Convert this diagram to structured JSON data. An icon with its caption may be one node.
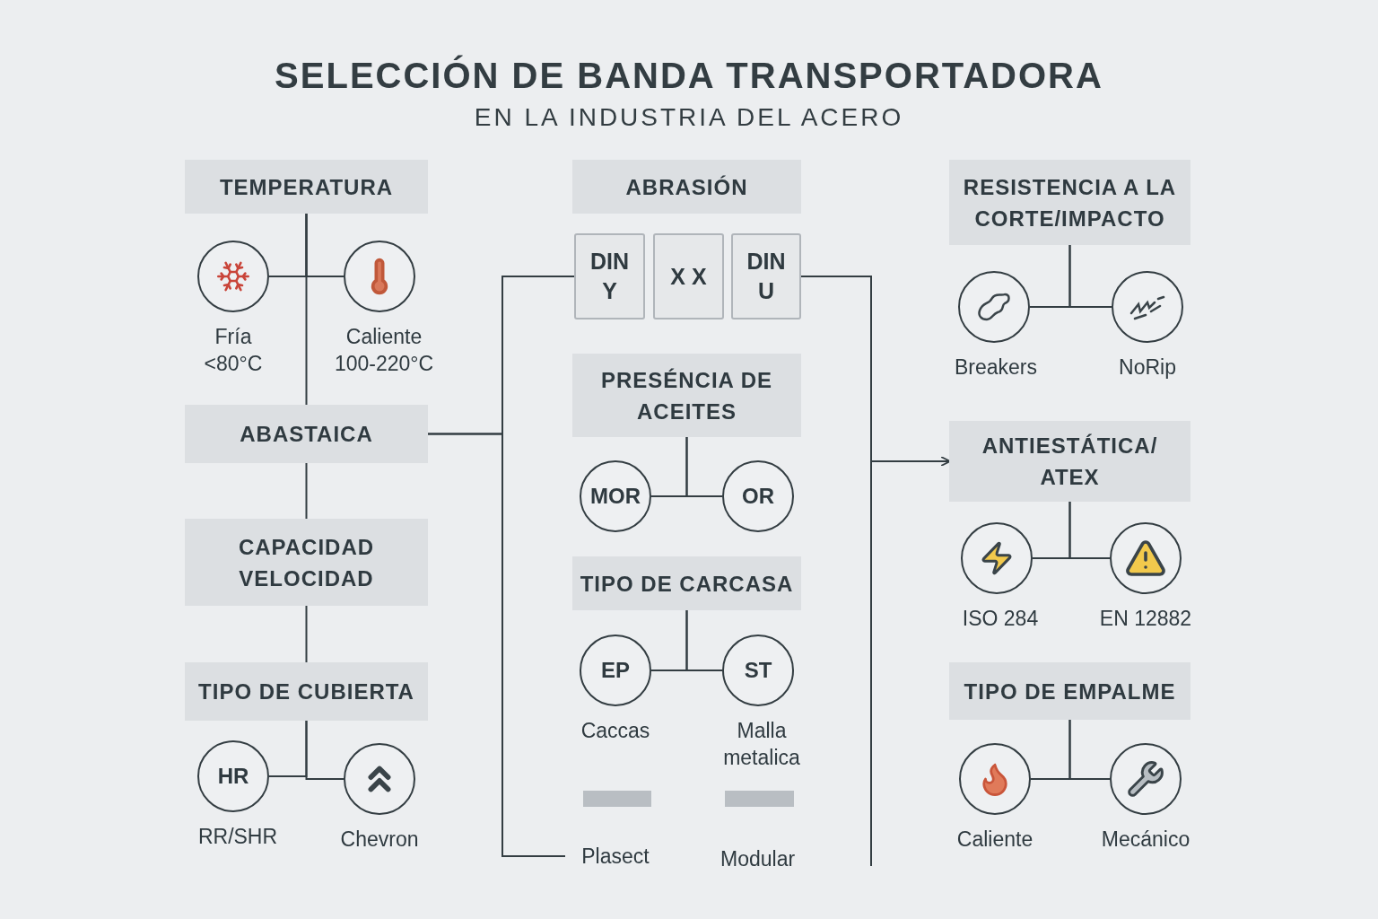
{
  "diagram": {
    "title": "SELECCIÓN DE BANDA TRANSPORTADORA",
    "caption": "EN LA INDUSTRIA DEL ACERO",
    "nodes": [
      {
        "text": [
          "TEMPERATURA"
        ]
      },
      {
        "text": [],
        "shape": "circle",
        "beside": [
          "Fría <80°C"
        ]
      },
      {
        "text": [],
        "shape": "circle",
        "beside": [
          "Caliente 100-220°C"
        ]
      },
      {
        "text": [
          "ABASTAICA"
        ]
      },
      {
        "text": [
          "CAPACIDAD VELOCIDAD"
        ]
      },
      {
        "text": [
          "TIPO DE CUBIERTA"
        ]
      },
      {
        "text": [
          "HR"
        ],
        "beside": [
          "RR/SHR"
        ]
      },
      {
        "text": [],
        "shape": "circle",
        "beside": [
          "Chevron"
        ]
      },
      {
        "text": [
          "ABRASIÓN"
        ]
      },
      {
        "text": [
          "DIN Y"
        ]
      },
      {
        "text": [
          "X X"
        ]
      },
      {
        "text": [
          "DIN U"
        ]
      },
      {
        "text": [
          "PRESÉNCIA DE ACEITES"
        ]
      },
      {
        "text": [
          "MOR"
        ]
      },
      {
        "text": [
          "OR"
        ]
      },
      {
        "text": [
          "TIPO DE CARCASA"
        ]
      },
      {
        "text": [
          "EP"
        ],
        "beside": [
          "Caccas"
        ]
      },
      {
        "text": [
          "ST"
        ],
        "beside": [
          "Malla metalica"
        ]
      },
      {
        "text": [
          "Plasect"
        ]
      },
      {
        "text": [
          "RESISTENCIA A LA CORTE/IMPACTO"
        ]
      },
      {
        "text": [],
        "shape": "circle",
        "beside": [
          "Breakers"
        ]
      },
      {
        "text": [],
        "shape": "circle",
        "beside": [
          "NoRip"
        ]
      },
      {
        "text": [
          "ANTIESTÁTICA/ ATEX"
        ]
      },
      {
        "text": [],
        "shape": "circle",
        "beside": [
          "ISO 284"
        ]
      },
      {
        "text": [],
        "shape": "circle",
        "beside": [
          "EN 12882"
        ]
      },
      {
        "text": [
          "TIPO DE EMPALME"
        ]
      },
      {
        "text": [],
        "shape": "circle",
        "beside": [
          "Caliente"
        ]
      },
      {
        "text": [],
        "shape": "circle",
        "beside": [
          "Mecánico"
        ]
      }
    ],
    "edges": [
      {
        "from": 0,
        "to": 1,
        "arrow": "none"
      },
      {
        "from": 0,
        "to": 2,
        "arrow": "none"
      },
      {
        "from": 0,
        "to": 3,
        "arrow": "none"
      },
      {
        "from": 3,
        "to": 4,
        "arrow": "none"
      },
      {
        "from": 4,
        "to": 5,
        "arrow": "none"
      },
      {
        "from": 5,
        "to": 6,
        "arrow": "none"
      },
      {
        "from": 5,
        "to": 7,
        "arrow": "none"
      },
      {
        "from": 3,
        "to": 9,
        "arrow": "none"
      },
      {
        "from": 3,
        "to": 18,
        "arrow": "none"
      },
      {
        "from": 12,
        "to": 13,
        "arrow": "none"
      },
      {
        "from": 12,
        "to": 14,
        "arrow": "none"
      },
      {
        "from": 15,
        "to": 16,
        "arrow": "none"
      },
      {
        "from": 15,
        "to": 17,
        "arrow": "none"
      },
      {
        "from": 11,
        "to": 22,
        "arrow": "to"
      },
      {
        "from": 11,
        "to": null,
        "arrow": "none"
      },
      {
        "from": 19,
        "to": 20,
        "arrow": "none"
      },
      {
        "from": 19,
        "to": 21,
        "arrow": "none"
      },
      {
        "from": 22,
        "to": 23,
        "arrow": "none"
      },
      {
        "from": 22,
        "to": 24,
        "arrow": "none"
      },
      {
        "from": 25,
        "to": 26,
        "arrow": "none"
      },
      {
        "from": 25,
        "to": 27,
        "arrow": "none"
      }
    ],
    "labels": [
      "Modular"
    ]
  }
}
